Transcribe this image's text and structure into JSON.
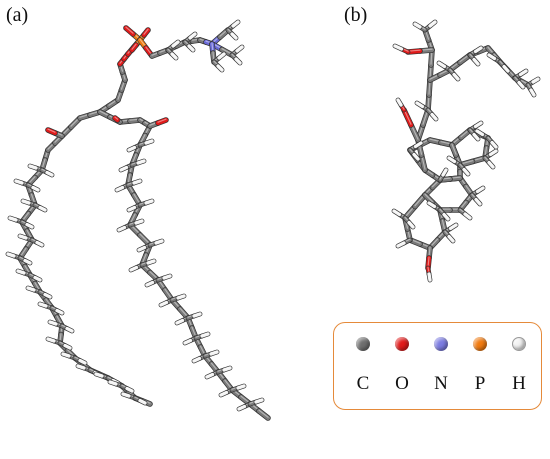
{
  "panels": {
    "a": {
      "label": "(a)"
    },
    "b": {
      "label": "(b)"
    }
  },
  "legend": {
    "border_color": "#e58a3a",
    "items": [
      {
        "symbol": "C",
        "color": "#6e6e6e"
      },
      {
        "symbol": "O",
        "color": "#e01a1a"
      },
      {
        "symbol": "N",
        "color": "#7b7be0"
      },
      {
        "symbol": "P",
        "color": "#f07a10"
      },
      {
        "symbol": "H",
        "color": "#f2f2f2"
      }
    ]
  },
  "colors": {
    "carbon": "#7a7a7a",
    "oxygen": "#e01a1a",
    "nitrogen": "#6a6ad8",
    "phosphorus": "#f07a10",
    "hydrogen": "#f4f4f4"
  }
}
